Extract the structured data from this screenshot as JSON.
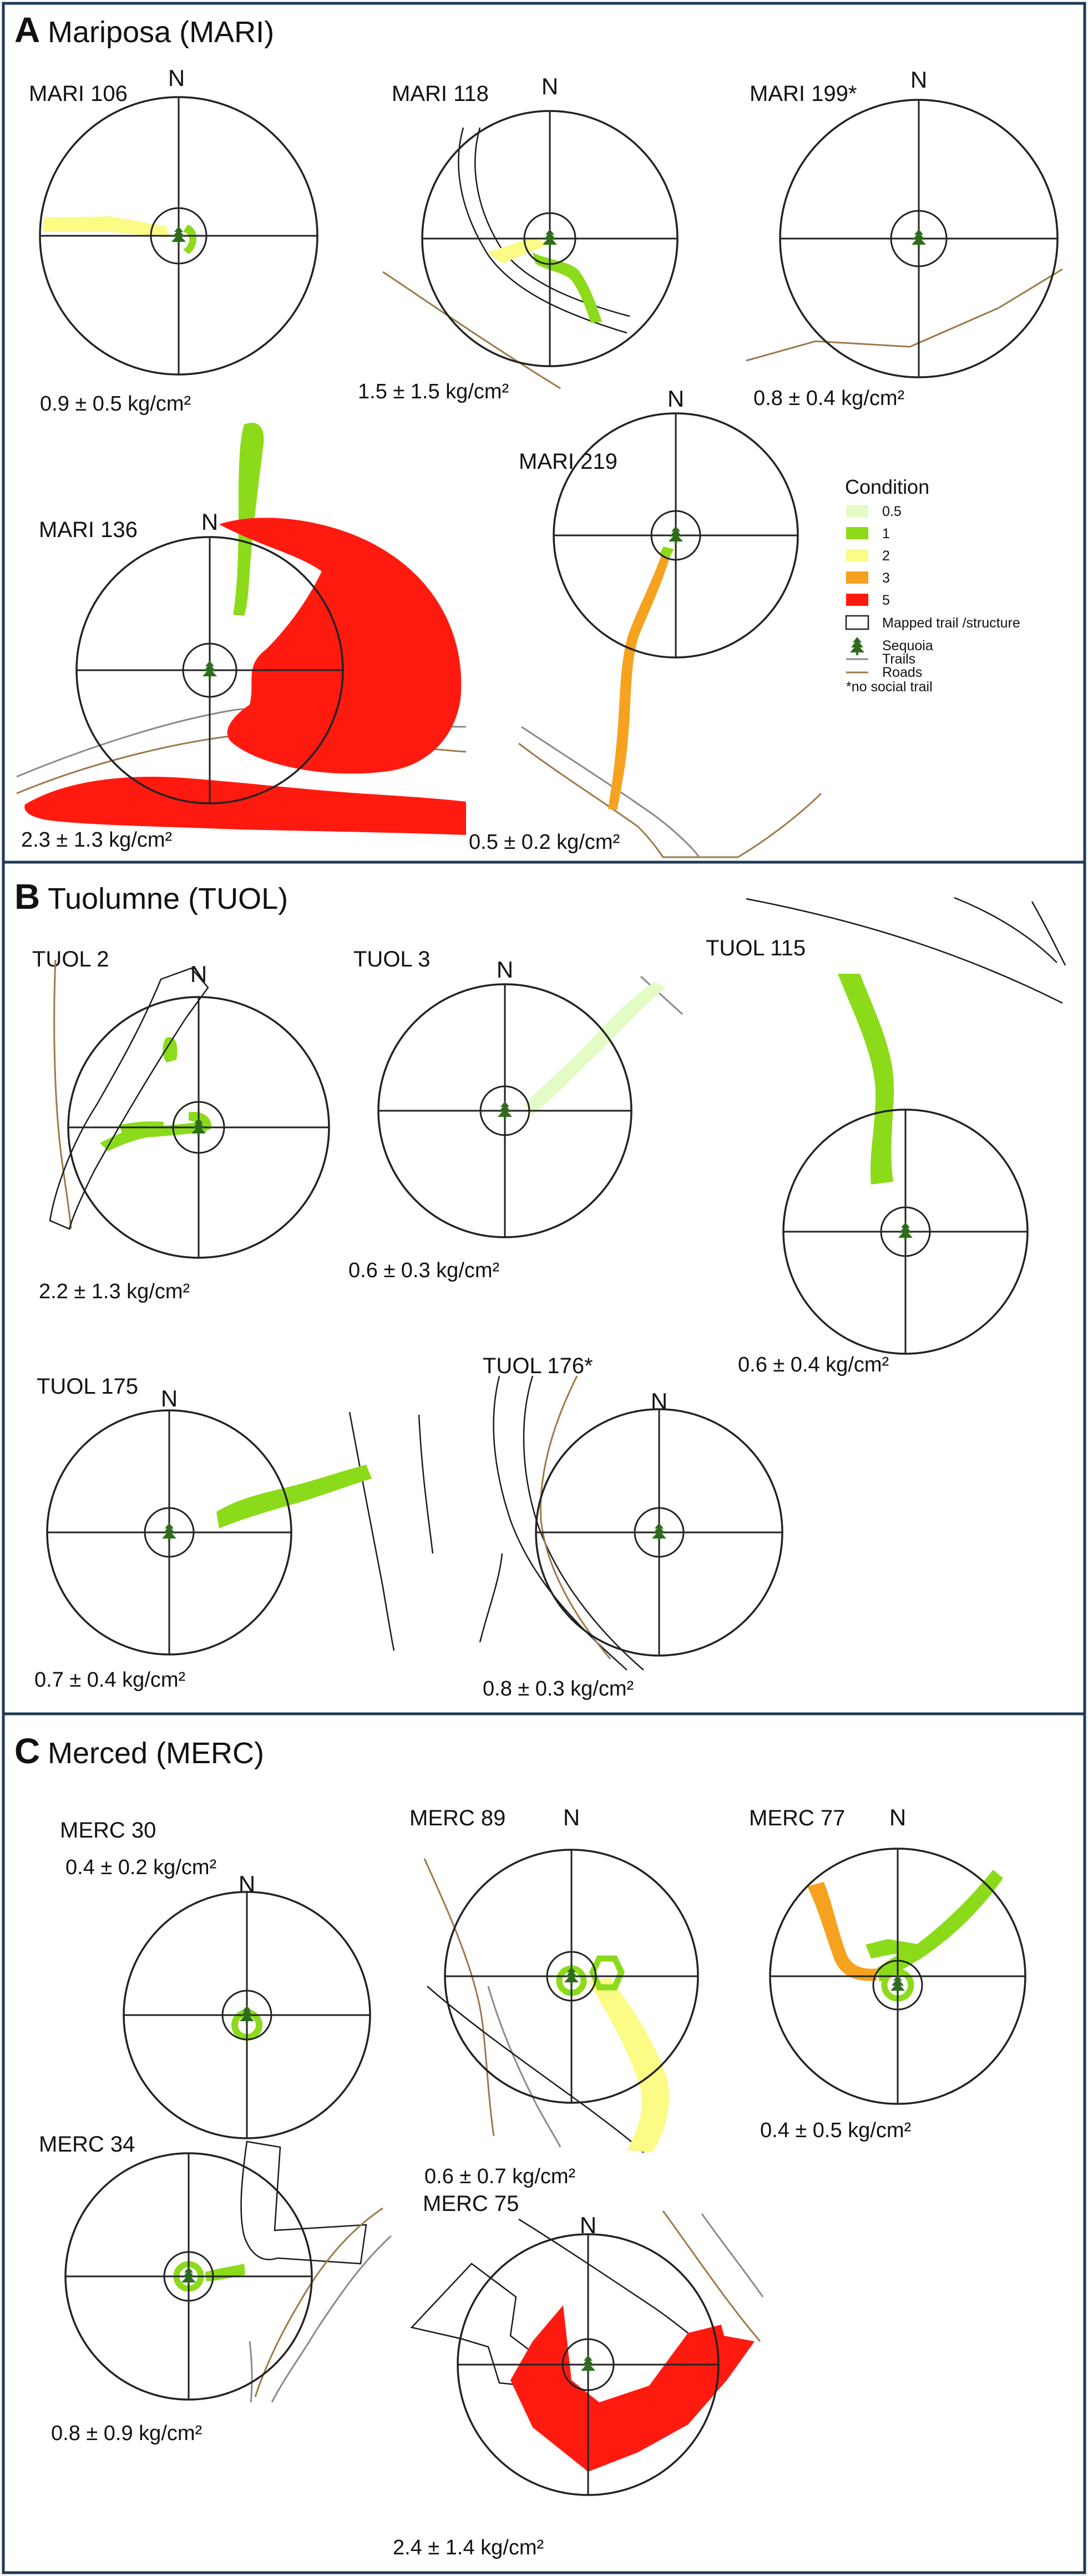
{
  "colors": {
    "c05": "#e3fbc4",
    "c1": "#8bdb1a",
    "c2": "#fbfb86",
    "c3": "#f6a21e",
    "c5": "#ff1a10",
    "tree": "#2f6b1e",
    "road": "#9c7a4a",
    "trail": "#1a1a1a",
    "border": "#1f3a57"
  },
  "north_label": "N",
  "panels": {
    "a": {
      "letter": "A",
      "title": "Mariposa (MARI)",
      "sites": {
        "mari106": {
          "label": "MARI 106",
          "stat": "0.9 ± 0.5 kg/cm²"
        },
        "mari118": {
          "label": "MARI 118",
          "stat": "1.5 ± 1.5 kg/cm²"
        },
        "mari199": {
          "label": "MARI 199*",
          "stat": "0.8 ± 0.4 kg/cm²"
        },
        "mari136": {
          "label": "MARI 136",
          "stat": "2.3 ± 1.3 kg/cm²"
        },
        "mari219": {
          "label": "MARI 219",
          "stat": "0.5 ± 0.2 kg/cm²"
        }
      }
    },
    "b": {
      "letter": "B",
      "title": "Tuolumne (TUOL)",
      "sites": {
        "tuol2": {
          "label": "TUOL 2",
          "stat": "2.2 ± 1.3 kg/cm²"
        },
        "tuol3": {
          "label": "TUOL 3",
          "stat": "0.6 ± 0.3 kg/cm²"
        },
        "tuol115": {
          "label": "TUOL 115",
          "stat": "0.6 ± 0.4 kg/cm²"
        },
        "tuol175": {
          "label": "TUOL 175",
          "stat": "0.7 ± 0.4 kg/cm²"
        },
        "tuol176": {
          "label": "TUOL 176*",
          "stat": "0.8 ± 0.3 kg/cm²"
        }
      }
    },
    "c": {
      "letter": "C",
      "title": "Merced (MERC)",
      "sites": {
        "merc30": {
          "label": "MERC 30",
          "stat": "0.4 ± 0.2 kg/cm²"
        },
        "merc89": {
          "label": "MERC 89",
          "stat": "0.6 ± 0.7 kg/cm²"
        },
        "merc77": {
          "label": "MERC 77",
          "stat": "0.4 ± 0.5 kg/cm²"
        },
        "merc34": {
          "label": "MERC 34",
          "stat": "0.8 ± 0.9 kg/cm²"
        },
        "merc75": {
          "label": "MERC 75",
          "stat": "2.4 ± 1.4 kg/cm²"
        }
      }
    }
  },
  "legend": {
    "title": "Condition",
    "c05": "0.5",
    "c1": "1",
    "c2": "2",
    "c3": "3",
    "c5": "5",
    "mapped": "Mapped trail /structure",
    "sequoia": "Sequoia",
    "trails": "Trails",
    "roads": "Roads",
    "note": "*no social trail"
  }
}
